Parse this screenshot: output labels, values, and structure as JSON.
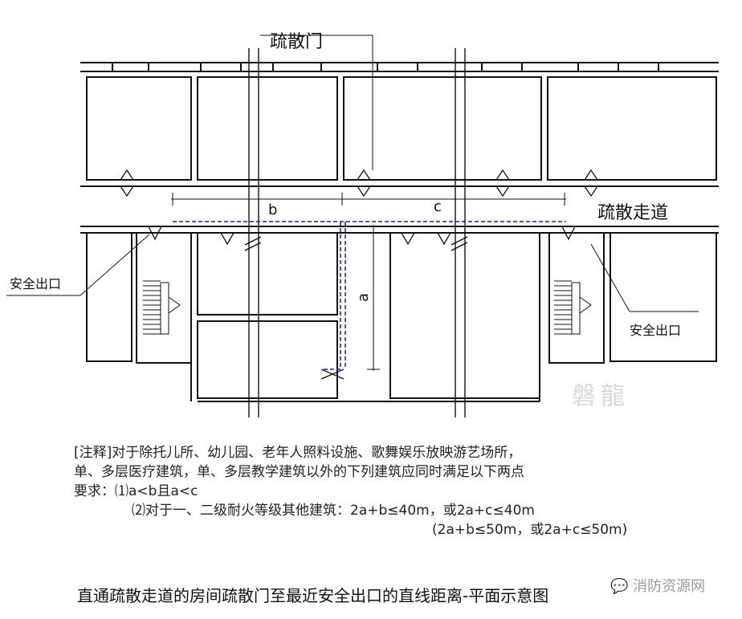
{
  "labels": {
    "evac_door": "疏散门",
    "evac_corridor": "疏散走道",
    "safe_exit_left": "安全出口",
    "safe_exit_right": "安全出口",
    "dim_a": "a",
    "dim_b": "b",
    "dim_c": "c"
  },
  "notes": [
    "[注释]对于除托儿所、幼儿园、老年人照料设施、歌舞娱乐放映游艺场所，",
    "单、多层医疗建筑，单、多层教学建筑以外的下列建筑应同时满足以下两点",
    "要求：⑴a<b且a<c",
    "⑵对于一、二级耐火等级其他建筑：2a+b≤40m，或2a+c≤40m",
    "(2a+b≤50m，或2a+c≤50m)"
  ],
  "caption": "直通疏散走道的房间疏散门至最近安全出口的直线距离-平面示意图",
  "watermark": {
    "logo": "磐龍",
    "source": "消防资源网"
  }
}
